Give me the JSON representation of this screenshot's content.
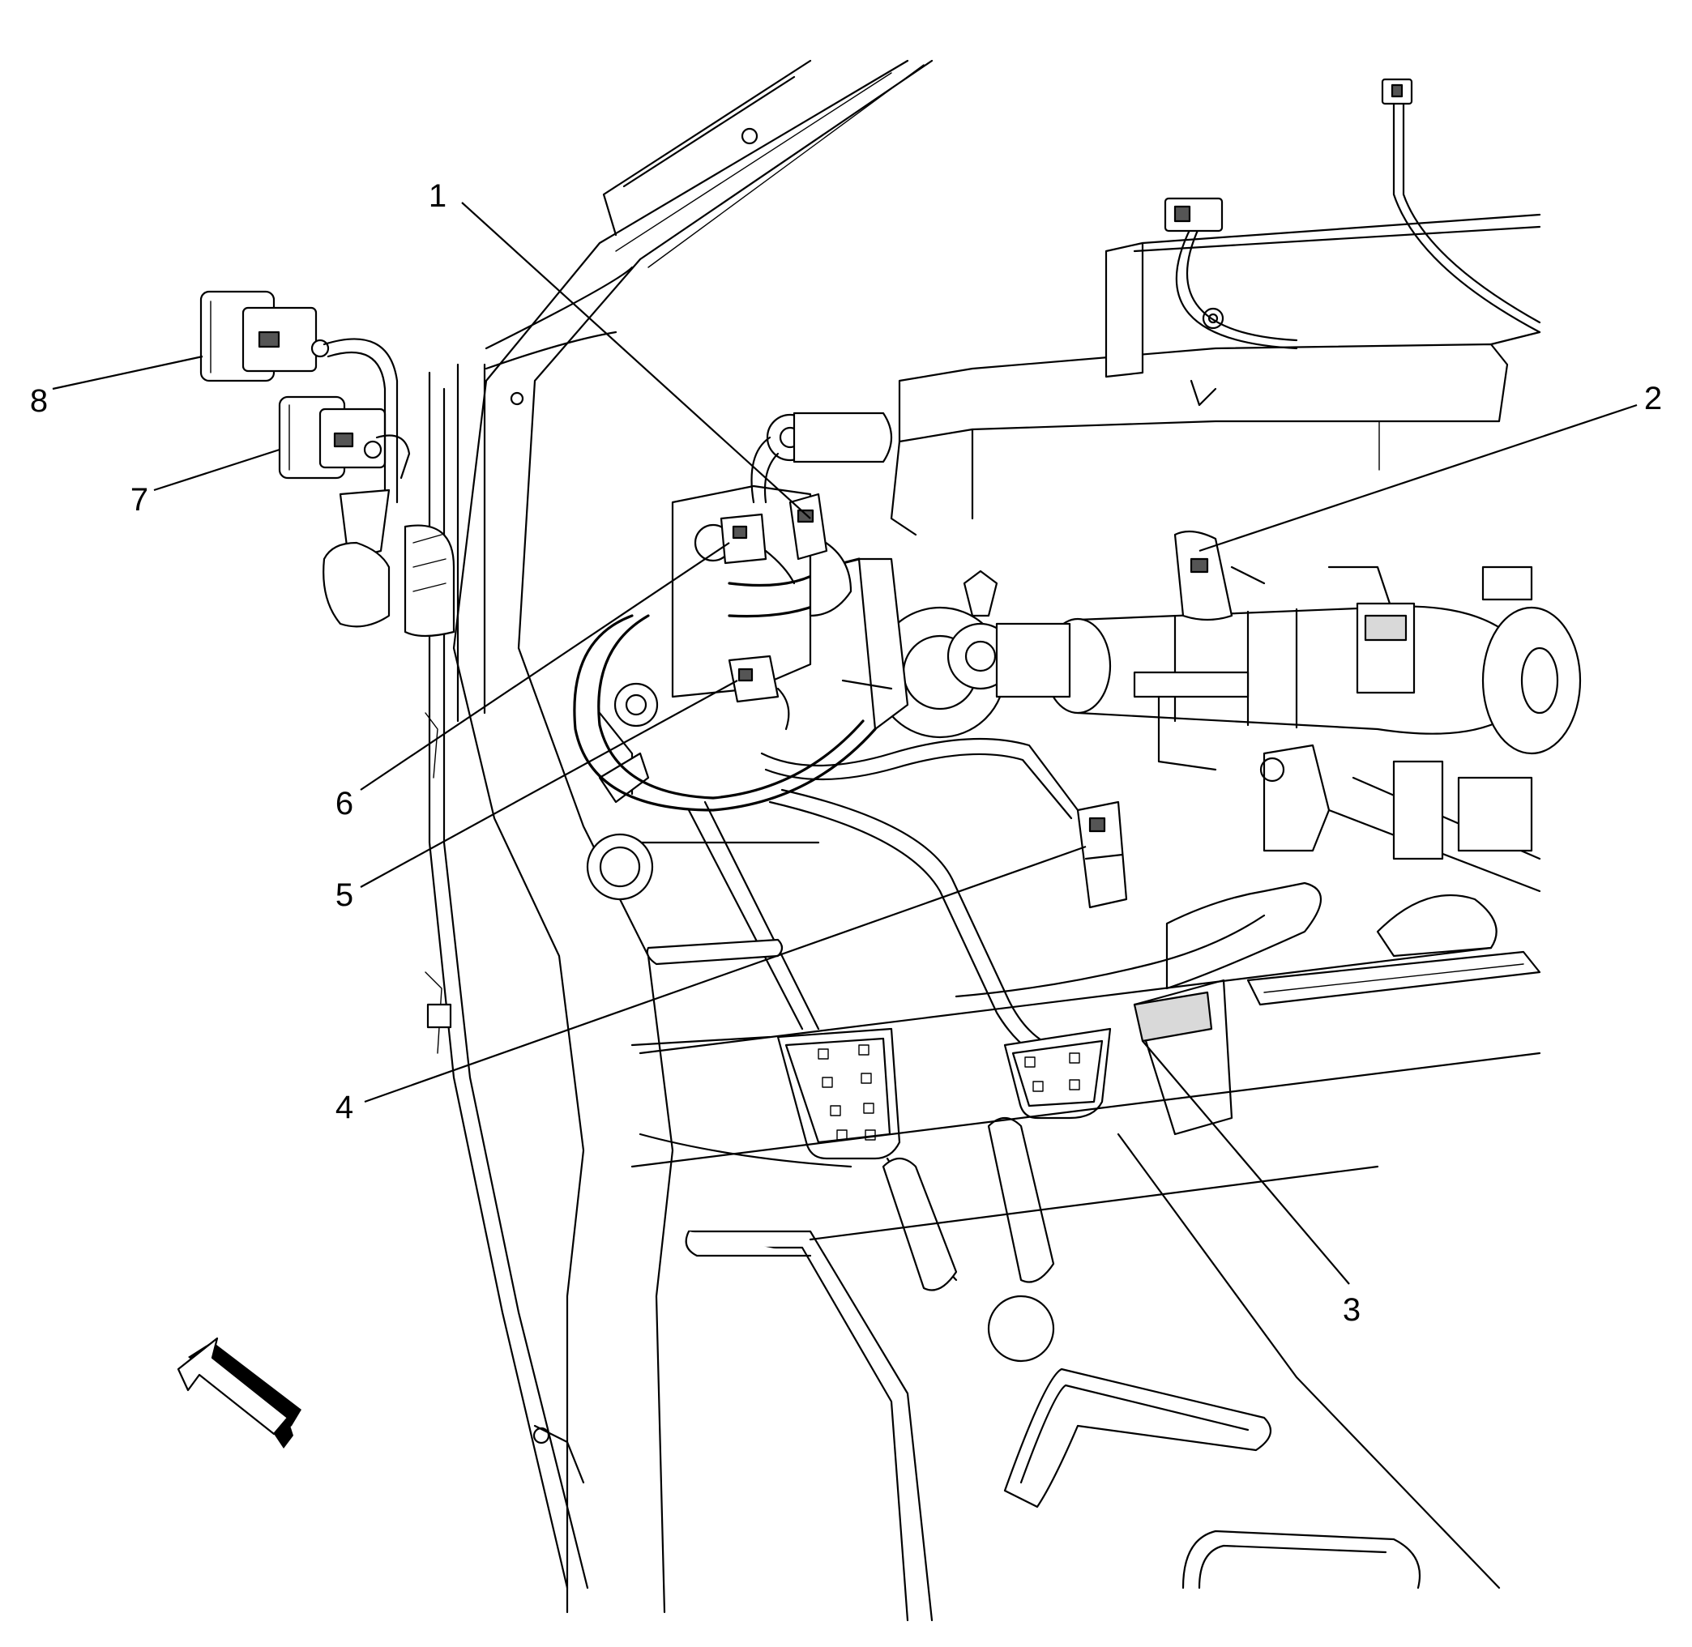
{
  "callouts": [
    {
      "id": "1",
      "label": "1"
    },
    {
      "id": "2",
      "label": "2"
    },
    {
      "id": "3",
      "label": "3"
    },
    {
      "id": "4",
      "label": "4"
    },
    {
      "id": "5",
      "label": "5"
    },
    {
      "id": "6",
      "label": "6"
    },
    {
      "id": "7",
      "label": "7"
    },
    {
      "id": "8",
      "label": "8"
    }
  ],
  "icons": {
    "view_direction": "view-direction-arrow-icon"
  },
  "colors": {
    "line": "#000000",
    "background": "#ffffff"
  }
}
